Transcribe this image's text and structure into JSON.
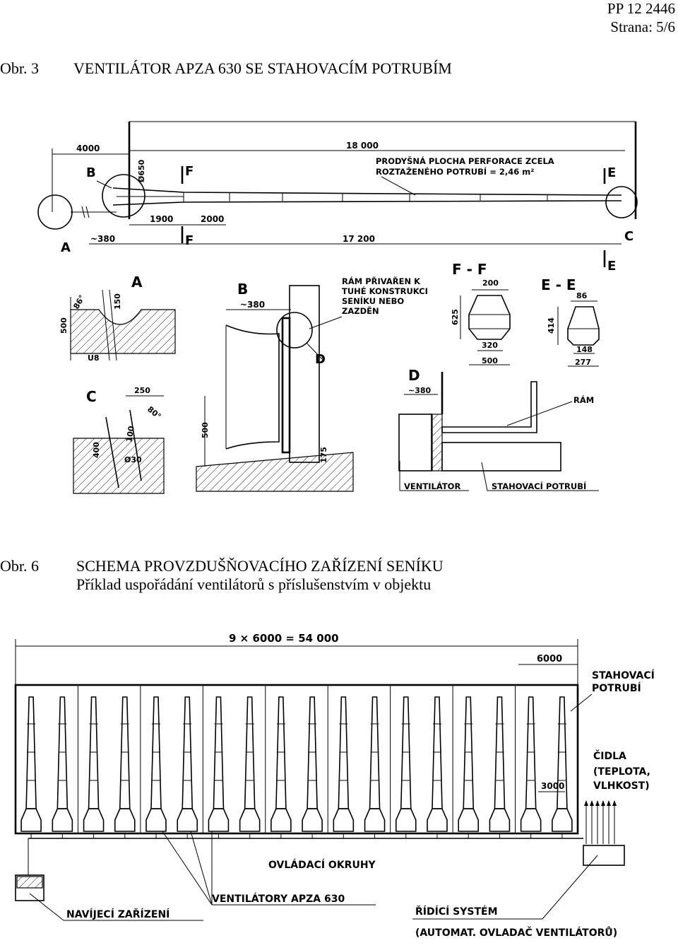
{
  "header": {
    "doc_number": "PP 12 2446",
    "page": "Strana: 5/6"
  },
  "figure3": {
    "label": "Obr. 3",
    "title": "VENTILÁTOR APZA 630 SE STAHOVACÍM POTRUBÍM",
    "dims_top": {
      "d4000": "4000",
      "d18000": "18 000",
      "d650": "Ø650",
      "d1900": "1900",
      "d2000": "2000",
      "d380": "~380",
      "d17200": "17 200"
    },
    "perforation_note_1": "PRODYŠNÁ PLOCHA PERFORACE ZCELA",
    "perforation_note_2": "ROZTAŽENÉHO POTRUBÍ = 2,46 m²",
    "section_marks": {
      "A": "A",
      "B": "B",
      "C": "C",
      "E": "E",
      "F": "F"
    },
    "detail_A": {
      "title": "A",
      "d86": "86°",
      "d150": "150",
      "d500": "500",
      "u8": "U8"
    },
    "detail_B": {
      "title": "B",
      "d380": "~380",
      "d500": "500",
      "d175": "175",
      "mark_D": "D"
    },
    "frame_note": [
      "RÁM PŘIVAŘEN K",
      "TUHÉ KONSTRUKCI",
      "SENÍKU NEBO",
      "ZAZDĚN"
    ],
    "section_FF": {
      "title": "F - F",
      "d200": "200",
      "d625": "625",
      "d320": "320",
      "d500": "500"
    },
    "section_EE": {
      "title": "E - E",
      "d86": "86",
      "d414": "414",
      "d148": "148",
      "d277": "277"
    },
    "detail_C": {
      "title": "C",
      "d250": "250",
      "d80": "80°",
      "d100": "100",
      "d400": "400",
      "d30": "Ø30"
    },
    "detail_D": {
      "title": "D",
      "d380": "~380",
      "ram": "RÁM",
      "ventilator": "VENTILÁTOR",
      "potrubi": "STAHOVACÍ POTRUBÍ"
    }
  },
  "figure6": {
    "label": "Obr. 6",
    "title": "SCHEMA PROVZDUŠŇOVACÍHO ZAŘÍZENÍ SENÍKU",
    "subtitle": "Příklad uspořádání ventilátorů s příslušenstvím v objektu",
    "dim_total": "9 × 6000 = 54 000",
    "dim_6000": "6000",
    "dim_3000": "3000",
    "label_stahovaci_1": "STAHOVACÍ",
    "label_stahovaci_2": "POTRUBÍ",
    "label_cidla_1": "ČIDLA",
    "label_cidla_2": "(TEPLOTA,",
    "label_cidla_3": "VLHKOST)",
    "label_okruhy": "OVLÁDACÍ OKRUHY",
    "label_ventilatory": "VENTILÁTORY APZA 630",
    "label_navijeci": "NAVÍJECÍ ZAŘÍZENÍ",
    "label_ridici_1": "ŘÍDÍCÍ SYSTÉM",
    "label_ridici_2": "(AUTOMAT. OVLADAČ VENTILÁTORŮ)",
    "fan_count": 18
  }
}
